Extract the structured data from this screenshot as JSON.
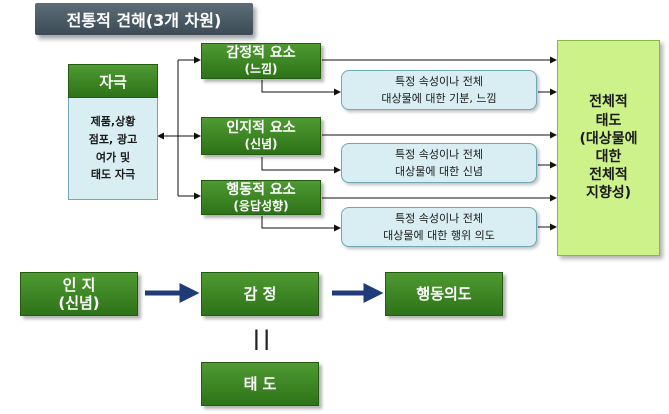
{
  "title": "전통적 견해(3개 차원)",
  "stimulus": {
    "header": "자극",
    "lines": [
      "제품,상황",
      "점포, 광고",
      "여가 및",
      "태도 자극"
    ]
  },
  "components": [
    {
      "name": "감정적 요소",
      "sub": "(느낌)",
      "desc": [
        "특정 속성이나 전체",
        "대상물에 대한 기분, 느낌"
      ]
    },
    {
      "name": "인지적 요소",
      "sub": "(신념)",
      "desc": [
        "특정 속성이나 전체",
        "대상물에 대한 신념"
      ]
    },
    {
      "name": "행동적 요소",
      "sub": "(응답성향)",
      "desc": [
        "특정 속성이나 전체",
        "대상물에 대한 행위 의도"
      ]
    }
  ],
  "overall": [
    "전체적",
    "태도",
    "(대상물에",
    "대한",
    "전체적",
    "지향성)"
  ],
  "flow": {
    "cognition": [
      "인 지",
      "(신념)"
    ],
    "emotion": "감 정",
    "behavior": "행동의도",
    "equals": "||",
    "attitude": "태 도"
  }
}
